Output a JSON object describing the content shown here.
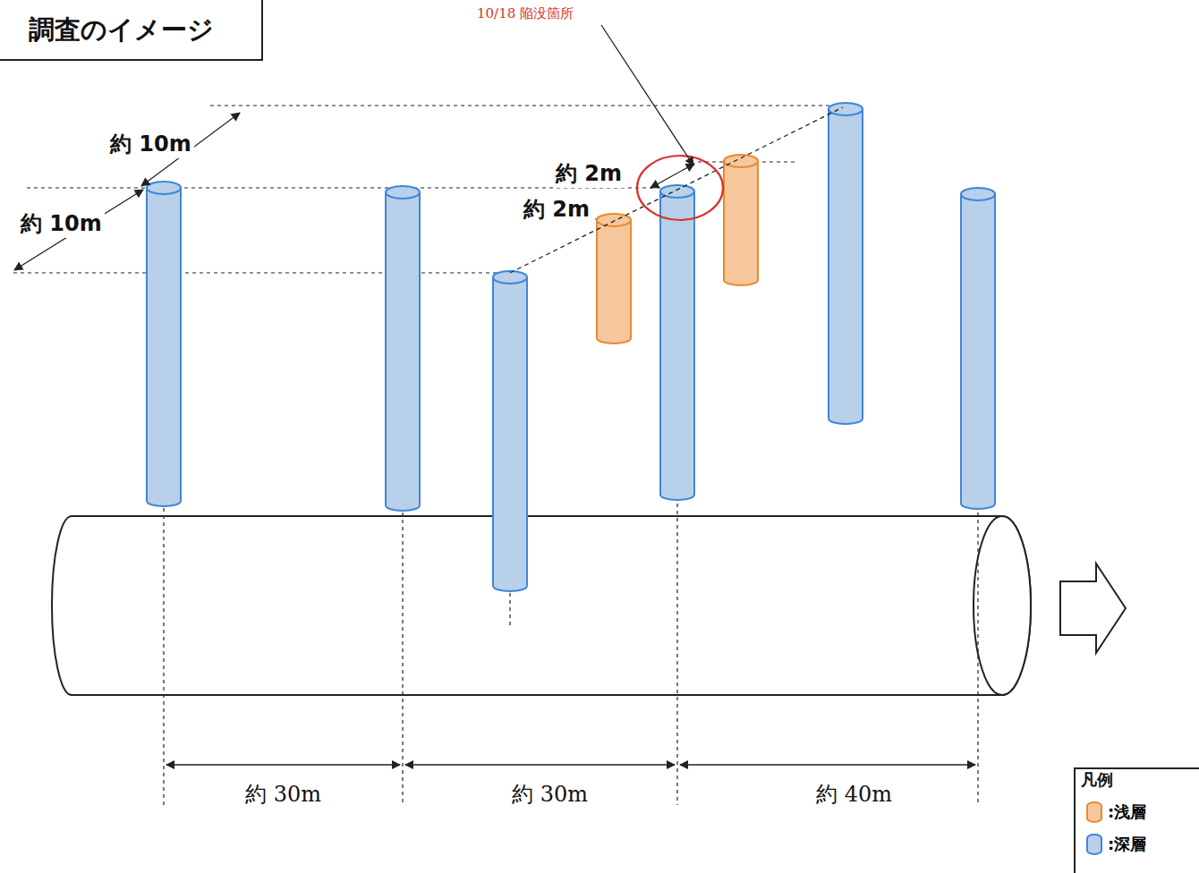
{
  "diagram": {
    "title": "調査のイメージ",
    "labels": [
      "10/18 陥没箇所",
      "約 10m",
      "約 10m",
      "約 2m",
      "約 2m",
      "約 30m",
      "約 30m",
      "約 40m",
      "凡例"
    ],
    "legend": [
      {
        "text": ":浅層",
        "color": "#f6c79c"
      },
      {
        "text": ":深層",
        "color": "#b8d0ea"
      }
    ]
  }
}
